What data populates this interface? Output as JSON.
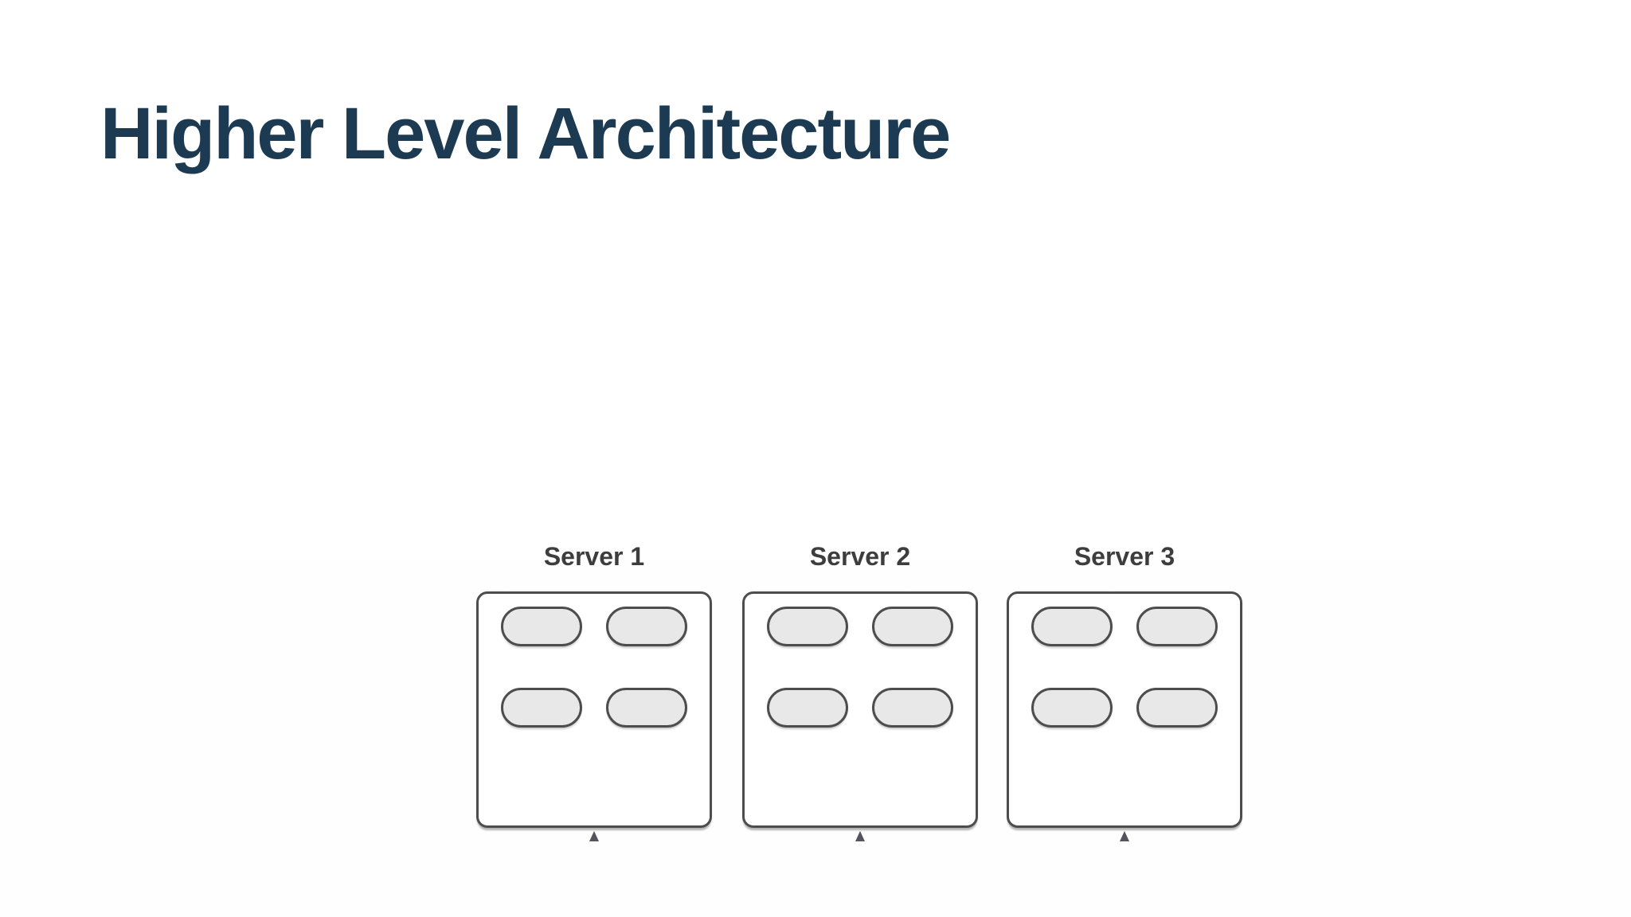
{
  "slide": {
    "title": "Higher Level Architecture",
    "title_color": "#1d3a53",
    "background_color": "#ffffff"
  },
  "diagram": {
    "servers": [
      {
        "label": "Server 1",
        "pill_count": 4
      },
      {
        "label": "Server 2",
        "pill_count": 4
      },
      {
        "label": "Server 3",
        "pill_count": 4
      }
    ],
    "icons": {
      "under_each_server": "arrow-up-icon"
    },
    "colors": {
      "shape_border": "#4d4d4d",
      "pill_fill": "#e8e8e8",
      "box_fill": "#ffffff",
      "label_text": "#3d3d3d",
      "arrow": "#55545c"
    }
  }
}
